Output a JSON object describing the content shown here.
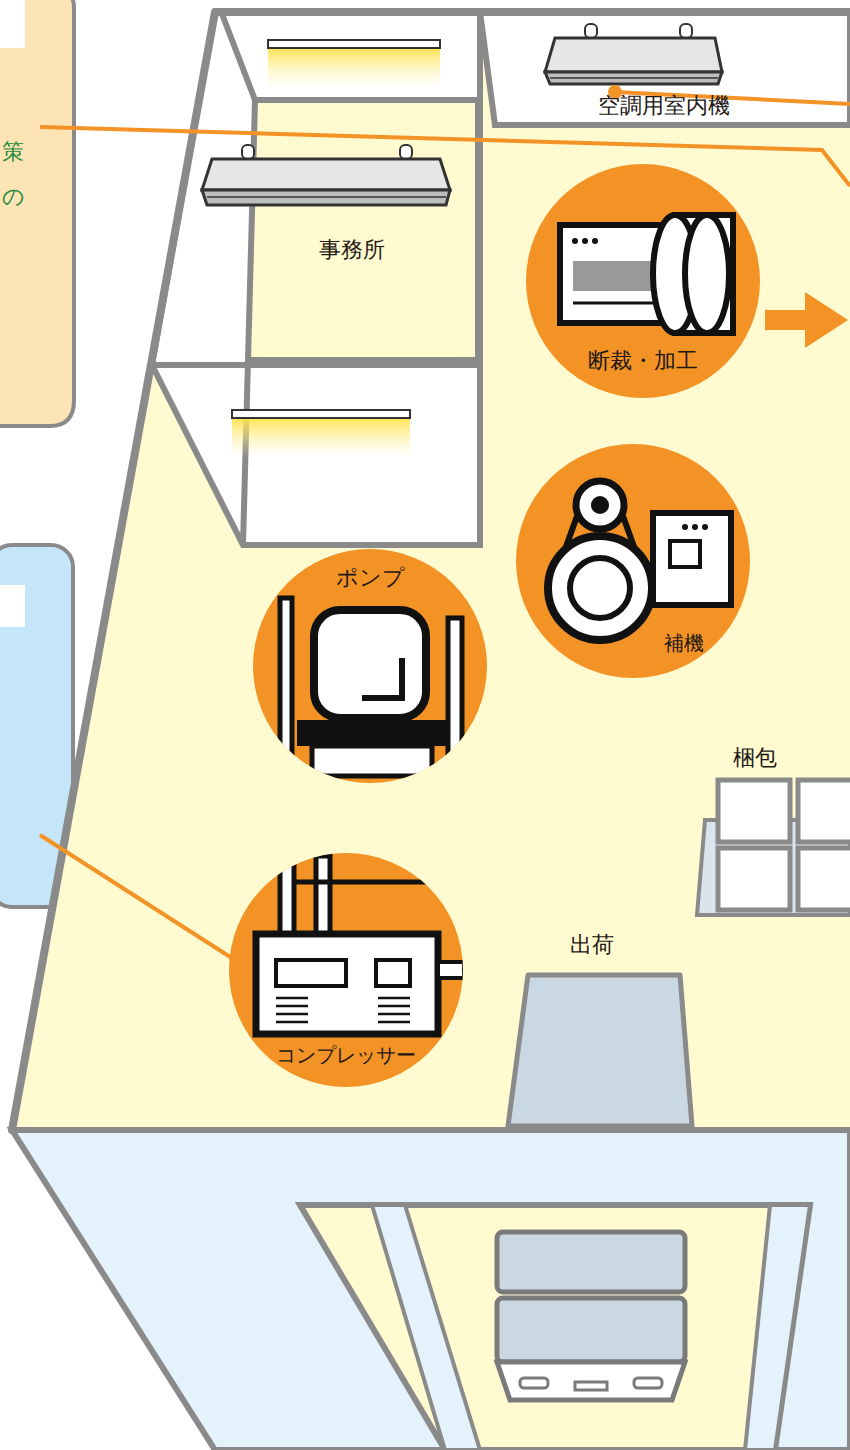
{
  "diagram": {
    "nodes": [
      {
        "text": [
          "断裁・加工"
        ]
      },
      {
        "text": [
          "ポンプ"
        ]
      },
      {
        "text": [
          "補機"
        ]
      },
      {
        "text": [
          "コンプレッサー"
        ]
      }
    ],
    "labels": [
      "策",
      "の",
      "空調用室内機",
      "事務所",
      "梱包",
      "出荷"
    ]
  }
}
